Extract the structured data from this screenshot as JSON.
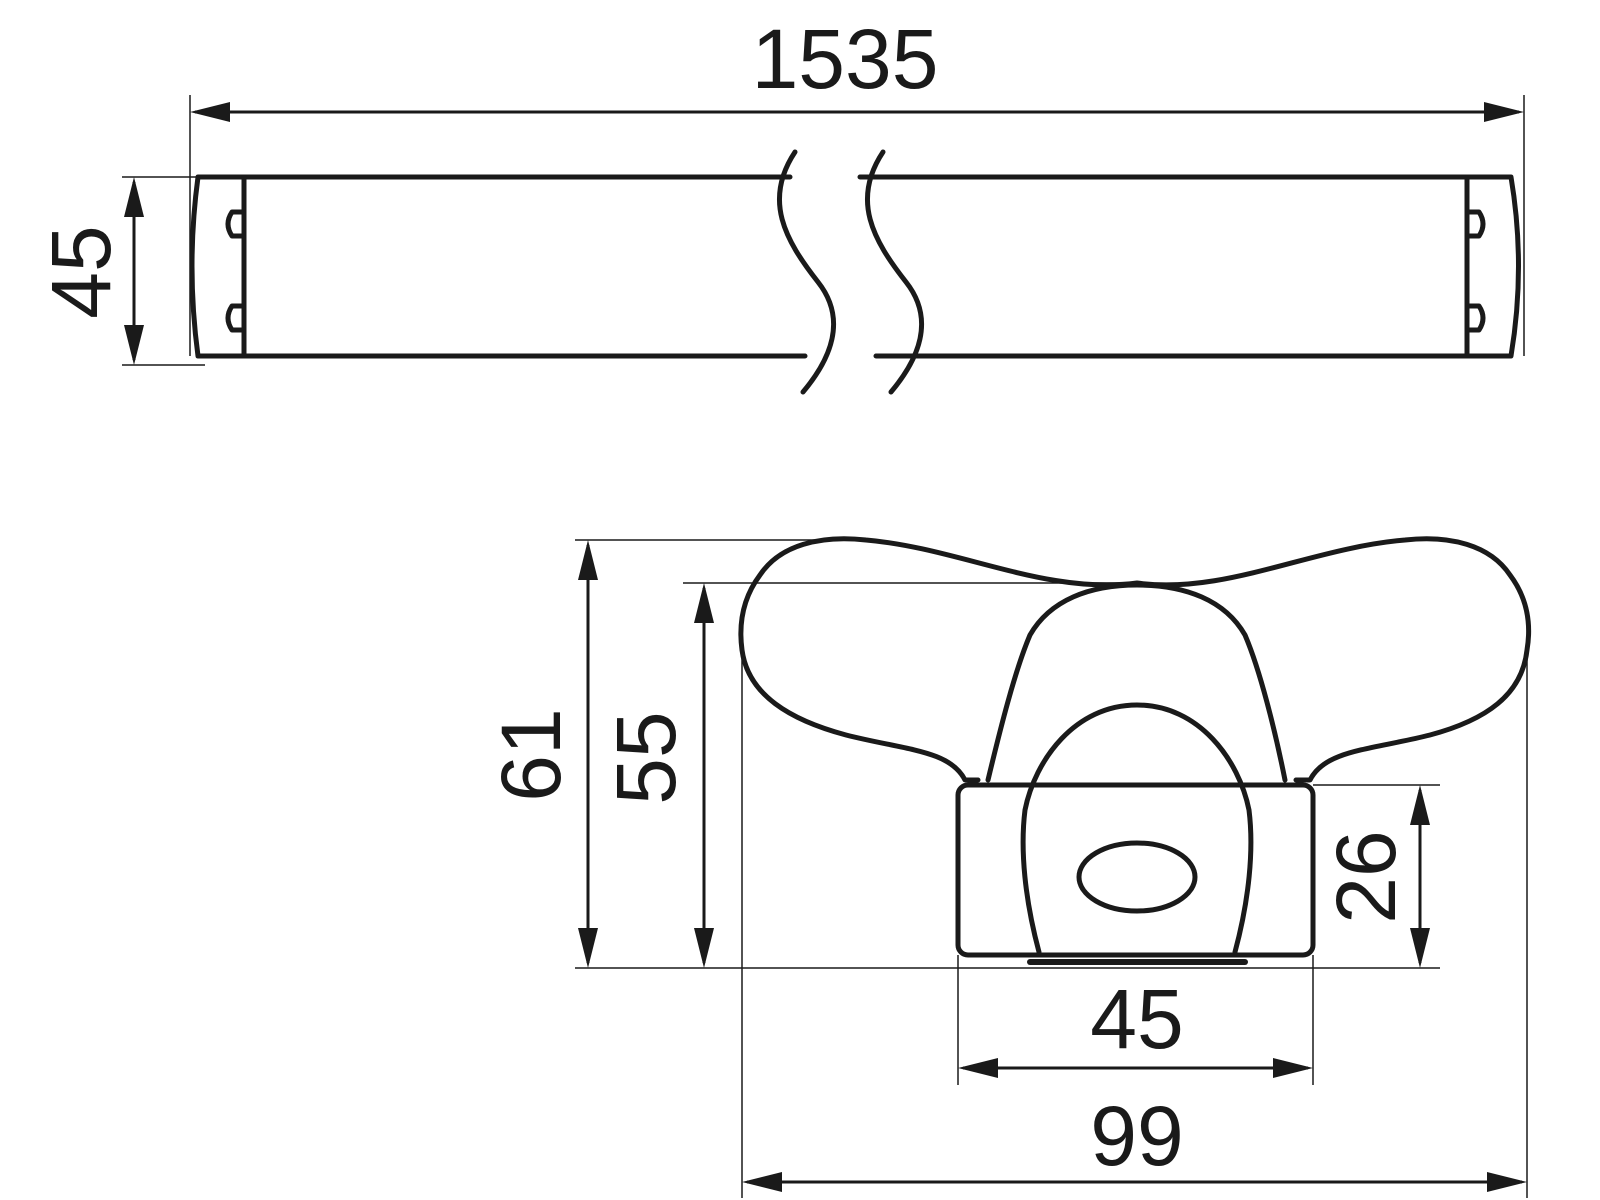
{
  "dimensions": {
    "total_length": "1535",
    "body_height": "45",
    "overall_height": "61",
    "height_to_valley": "55",
    "base_height": "26",
    "base_width": "45",
    "overall_width": "99"
  },
  "colors": {
    "line": "#1a1a1a",
    "background": "#ffffff"
  }
}
